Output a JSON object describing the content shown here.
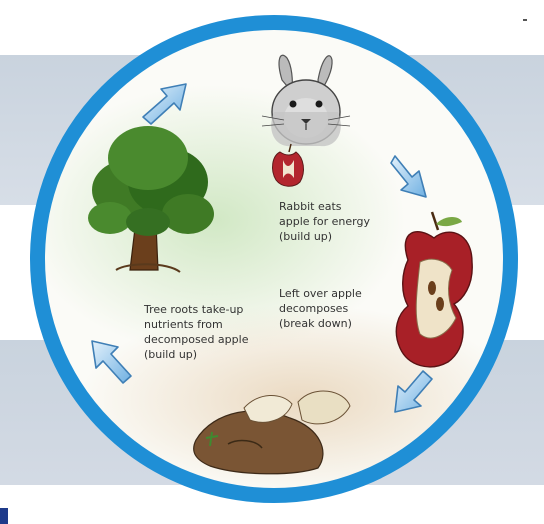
{
  "labels": {
    "rabbit": [
      "Rabbit eats",
      "apple for energy",
      "(build up)"
    ],
    "decompose": [
      "Left over apple",
      "decomposes",
      "(break down)"
    ],
    "tree": [
      "Tree roots take-up",
      "nutrients from",
      "decomposed apple",
      "(build up)"
    ]
  },
  "colors": {
    "ring": "#1f8fd6",
    "band": "#cfd8e2",
    "arrow": "#7fb9e6",
    "green_tint": "#cfe7c2",
    "soil_tint": "#ead8bf"
  },
  "icons": [
    "rabbit-icon",
    "apple-core-icon",
    "decomposed-apple-icon",
    "tree-icon",
    "cycle-arrow-icon"
  ]
}
